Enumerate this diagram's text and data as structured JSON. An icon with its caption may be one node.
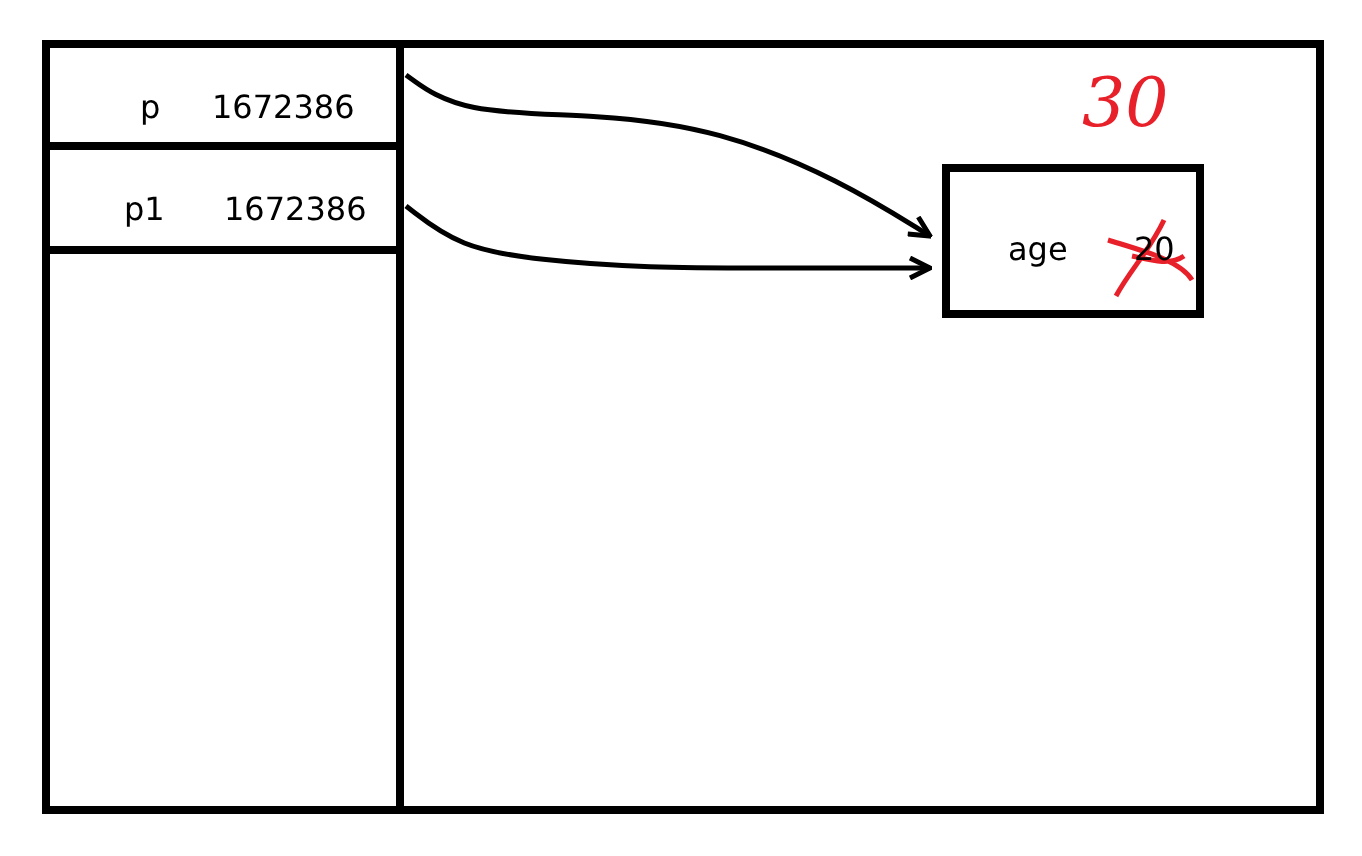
{
  "diagram": {
    "nodes": [
      {
        "text": [],
        "shape": "box"
      },
      {
        "text": [],
        "shape": "box",
        "in": 0
      },
      {
        "text": [
          "p",
          "1672386"
        ],
        "in": 1
      },
      {
        "text": [
          "p1",
          "1672386"
        ],
        "in": 1
      },
      {
        "text": [
          "age",
          "20"
        ],
        "in": 0,
        "beside": [
          "30"
        ]
      }
    ],
    "edges": [
      {
        "from": 2,
        "to": 4,
        "arrow": "to"
      },
      {
        "from": 3,
        "to": 4,
        "arrow": "to"
      }
    ]
  }
}
